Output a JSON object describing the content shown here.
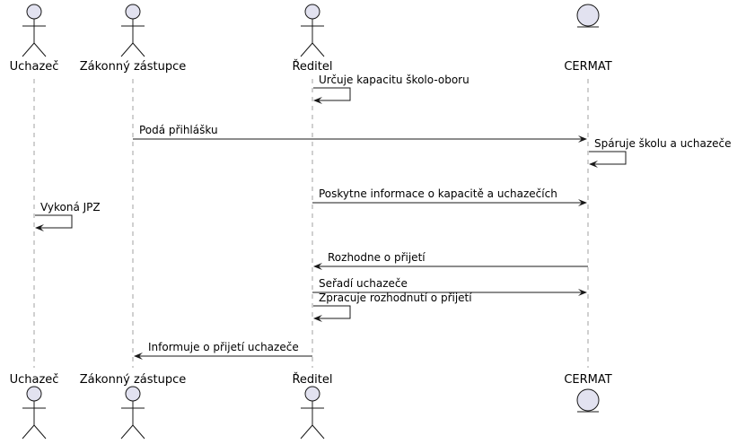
{
  "participants": [
    {
      "id": "uchazec",
      "label": "Uchazeč",
      "kind": "actor"
    },
    {
      "id": "zastupce",
      "label": "Zákonný zástupce",
      "kind": "actor"
    },
    {
      "id": "reditel",
      "label": "Ředitel",
      "kind": "actor"
    },
    {
      "id": "cermat",
      "label": "CERMAT",
      "kind": "entity"
    }
  ],
  "messages": [
    {
      "from": "reditel",
      "to": "reditel",
      "text": "Určuje kapacitu školo-oboru"
    },
    {
      "from": "zastupce",
      "to": "cermat",
      "text": "Podá přihlášku"
    },
    {
      "from": "cermat",
      "to": "cermat",
      "text": "Spáruje školu a uchazeče"
    },
    {
      "from": "reditel",
      "to": "cermat",
      "text": "Poskytne informace o kapacitě a uchazečích"
    },
    {
      "from": "uchazec",
      "to": "uchazec",
      "text": "Vykoná JPZ"
    },
    {
      "from": "cermat",
      "to": "reditel",
      "text": "Rozhodne o přijetí"
    },
    {
      "from": "reditel",
      "to": "cermat",
      "text": "Seřadí uchazeče"
    },
    {
      "from": "reditel",
      "to": "reditel",
      "text": "Zpracuje rozhodnutí o přijetí"
    },
    {
      "from": "reditel",
      "to": "zastupce",
      "text": "Informuje o přijetí uchazeče"
    }
  ],
  "colors": {
    "participant_fill": "#e2e2f0",
    "line": "#181818",
    "lifeline": "#a0a0a0"
  }
}
